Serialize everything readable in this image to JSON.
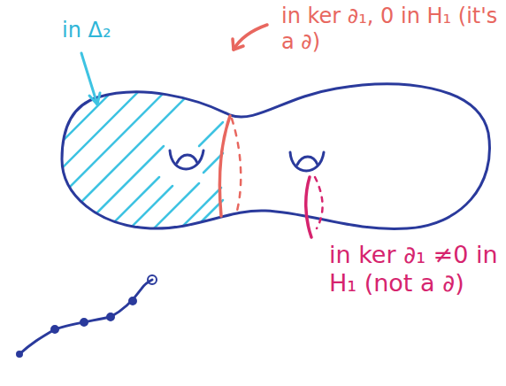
{
  "diagram": {
    "labels": [
      "in Δ₂",
      "in ker ∂₁, 0 in H₁ (it's a ∂)",
      "in ker ∂₁ ≠0 in H₁ (not a ∂)"
    ]
  }
}
